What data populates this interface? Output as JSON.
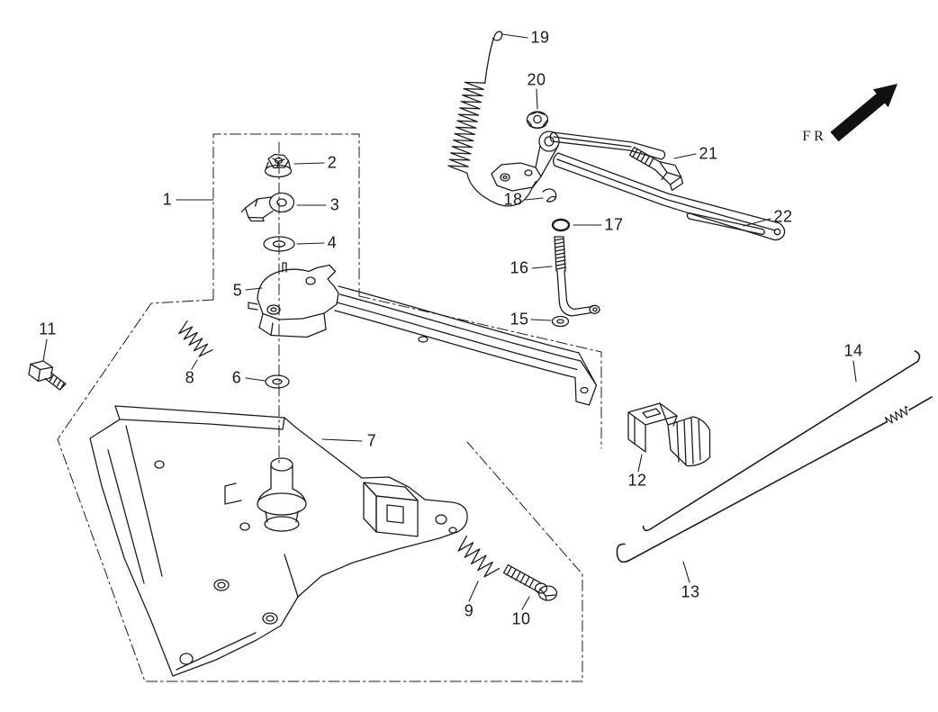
{
  "diagram": {
    "type": "exploded-parts-diagram",
    "background_color": "#ffffff",
    "line_color": "#1d1d1d",
    "direction_label": "FR",
    "parts": [
      {
        "number": "1"
      },
      {
        "number": "2"
      },
      {
        "number": "3"
      },
      {
        "number": "4"
      },
      {
        "number": "5"
      },
      {
        "number": "6"
      },
      {
        "number": "7"
      },
      {
        "number": "8"
      },
      {
        "number": "9"
      },
      {
        "number": "10"
      },
      {
        "number": "11"
      },
      {
        "number": "12"
      },
      {
        "number": "13"
      },
      {
        "number": "14"
      },
      {
        "number": "15"
      },
      {
        "number": "16"
      },
      {
        "number": "17"
      },
      {
        "number": "18"
      },
      {
        "number": "19"
      },
      {
        "number": "20"
      },
      {
        "number": "21"
      },
      {
        "number": "22"
      }
    ]
  }
}
